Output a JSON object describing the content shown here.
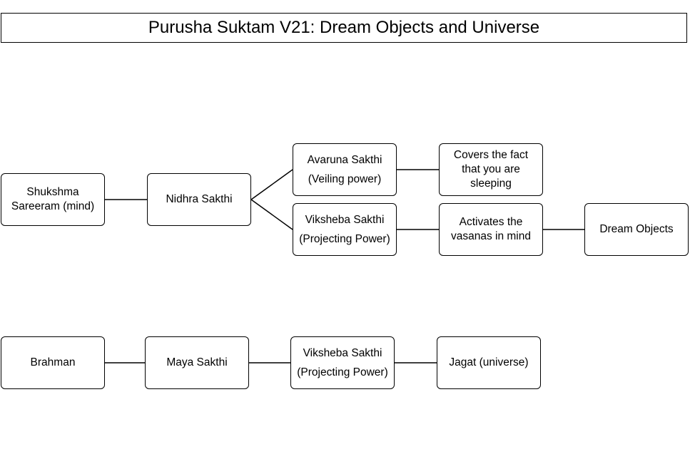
{
  "title": "Purusha Suktam V21:  Dream Objects and Universe",
  "nodes": {
    "shukshma": [
      "Shukshma",
      "Sareeram (mind)"
    ],
    "nidhra": [
      "Nidhra Sakthi"
    ],
    "avaruna": [
      "Avaruna Sakthi",
      "(Veiling power)"
    ],
    "covers": [
      "Covers the fact",
      "that you are",
      "sleeping"
    ],
    "viksheba_top": [
      "Viksheba Sakthi",
      "(Projecting Power)"
    ],
    "activates": [
      "Activates the",
      "vasanas in mind"
    ],
    "dream": [
      "Dream Objects"
    ],
    "brahman": [
      "Brahman"
    ],
    "maya": [
      "Maya Sakthi"
    ],
    "viksheba_bottom": [
      "Viksheba Sakthi",
      "(Projecting Power)"
    ],
    "jagat": [
      "Jagat (universe)"
    ]
  },
  "edges": [
    [
      "shukshma",
      "nidhra"
    ],
    [
      "nidhra",
      "avaruna"
    ],
    [
      "nidhra",
      "viksheba_top"
    ],
    [
      "avaruna",
      "covers"
    ],
    [
      "viksheba_top",
      "activates"
    ],
    [
      "activates",
      "dream"
    ],
    [
      "brahman",
      "maya"
    ],
    [
      "maya",
      "viksheba_bottom"
    ],
    [
      "viksheba_bottom",
      "jagat"
    ]
  ]
}
